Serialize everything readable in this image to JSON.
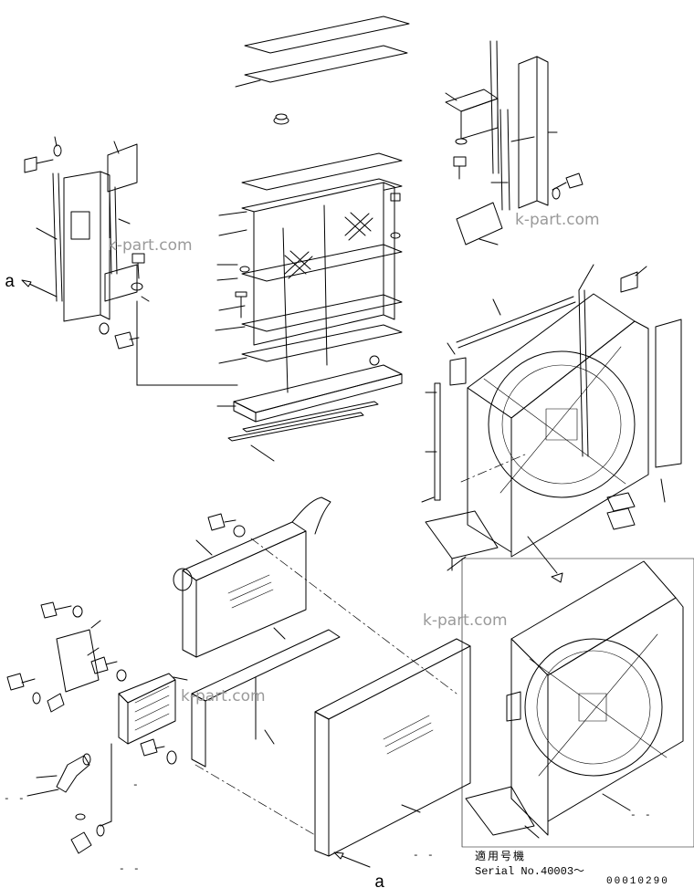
{
  "watermark": "k-part.com",
  "view_marker": "a",
  "applicable_label": "適用号機",
  "serial_label": "Serial No.40003～",
  "drawing_number": "00010290",
  "callout_dash": "-"
}
